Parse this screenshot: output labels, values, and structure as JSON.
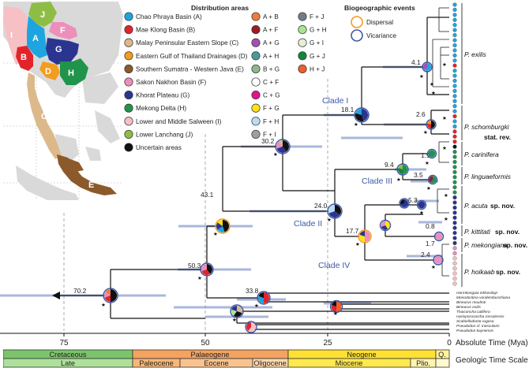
{
  "legend": {
    "title": "Distribution areas",
    "areas": [
      {
        "label": "Chao Phraya Basin (A)",
        "color": "#1ea5df"
      },
      {
        "label": "Mae Klong Basin (B)",
        "color": "#e2242a"
      },
      {
        "label": "Malay Peninsular Eastern Slope (C)",
        "color": "#dcb98b"
      },
      {
        "label": "Eastern Gulf of Thailand Drainages (D)",
        "color": "#f39c1f"
      },
      {
        "label": "Southern Sumatra - Western Java (E)",
        "color": "#8c5a2a"
      },
      {
        "label": "Sakon Nakhon Basin (F)",
        "color": "#ec8fbb"
      },
      {
        "label": "Khorat Plateau (G)",
        "color": "#2b3590"
      },
      {
        "label": "Mekong Delta (H)",
        "color": "#20944a"
      },
      {
        "label": "Lower and Middle Salween (I)",
        "color": "#f6c0c4"
      },
      {
        "label": "Lower Lanchang (J)",
        "color": "#8ebd45"
      },
      {
        "label": "Uncertain areas",
        "color": "#111111"
      }
    ],
    "combos_a": [
      {
        "label": "A + B",
        "color": "#ee7c3a"
      },
      {
        "label": "A + F",
        "color": "#9b1c21"
      },
      {
        "label": "A + G",
        "color": "#a54fb1"
      },
      {
        "label": "A + H",
        "color": "#4b9a9b"
      },
      {
        "label": "B + G",
        "color": "#8bb88c"
      },
      {
        "label": "C + F",
        "color": "#ffffff"
      },
      {
        "label": "C + G",
        "color": "#e3128b"
      },
      {
        "label": "F + G",
        "color": "#ffe11a"
      },
      {
        "label": "F + H",
        "color": "#b9def3"
      },
      {
        "label": "F + I",
        "color": "#9aa0a5"
      }
    ],
    "combos_b": [
      {
        "label": "F + J",
        "color": "#717d86"
      },
      {
        "label": "G + H",
        "color": "#a7e58f"
      },
      {
        "label": "G + I",
        "color": "#e3efd6"
      },
      {
        "label": "G + J",
        "color": "#13853d"
      },
      {
        "label": "H + J",
        "color": "#ef5d2a"
      }
    ],
    "biogeo_title": "Biogeographic events",
    "events": [
      {
        "label": "Dispersal",
        "color": "#f39c1f"
      },
      {
        "label": "Vicariance",
        "color": "#3d5aa8"
      }
    ]
  },
  "map_letters": [
    "J",
    "I",
    "A",
    "F",
    "B",
    "G",
    "D",
    "H",
    "C",
    "E"
  ],
  "node_ages": [
    "70.2",
    "50.3",
    "43.1",
    "33.8",
    "30.2",
    "24.0",
    "18.1",
    "17.7",
    "9.4",
    "5.3",
    "4.1",
    "3.5",
    "2.6",
    "2.4",
    "1.9",
    "1.7",
    "0.8"
  ],
  "clades": [
    "Clade I",
    "Clade II",
    "Clade III",
    "Clade IV"
  ],
  "taxa": [
    {
      "name": "P. exilis",
      "suffix": ""
    },
    {
      "name": "P. schomburgki",
      "suffix": "stat. rev."
    },
    {
      "name": "P. carinifera",
      "suffix": ""
    },
    {
      "name": "P. linguaeformis",
      "suffix": ""
    },
    {
      "name": "P. acuta",
      "suffix": "sp. nov."
    },
    {
      "name": "P. kittitati",
      "suffix": "sp. nov."
    },
    {
      "name": "P. mekongiana",
      "suffix": "sp. nov."
    },
    {
      "name": "P. hoikaab",
      "suffix": "sp. nov."
    }
  ],
  "outgroups": [
    "Harmkongaia inkhavilayi",
    "Monodontina vondembuschiana",
    "Bineurus mouhoti",
    "Bineurus exilis",
    "Thaiconcha callifera",
    "Hyriopsisconcha rossolensis",
    "Scabiellodonta rugosa",
    "Pseudodon cf. inoscularis",
    "Pseudodon kaynensis"
  ],
  "axis": {
    "title": "Absolute Time (Mya)",
    "ticks": [
      "75",
      "50",
      "25",
      "0"
    ]
  },
  "gts": {
    "title": "Geologic Time Scale",
    "periods": [
      "Cretaceous",
      "Palaeogene",
      "Neogene",
      "Q."
    ],
    "epochs": [
      "Late",
      "Paleocene",
      "Eocene",
      "Oligocene",
      "Miocene",
      "Plio."
    ]
  }
}
